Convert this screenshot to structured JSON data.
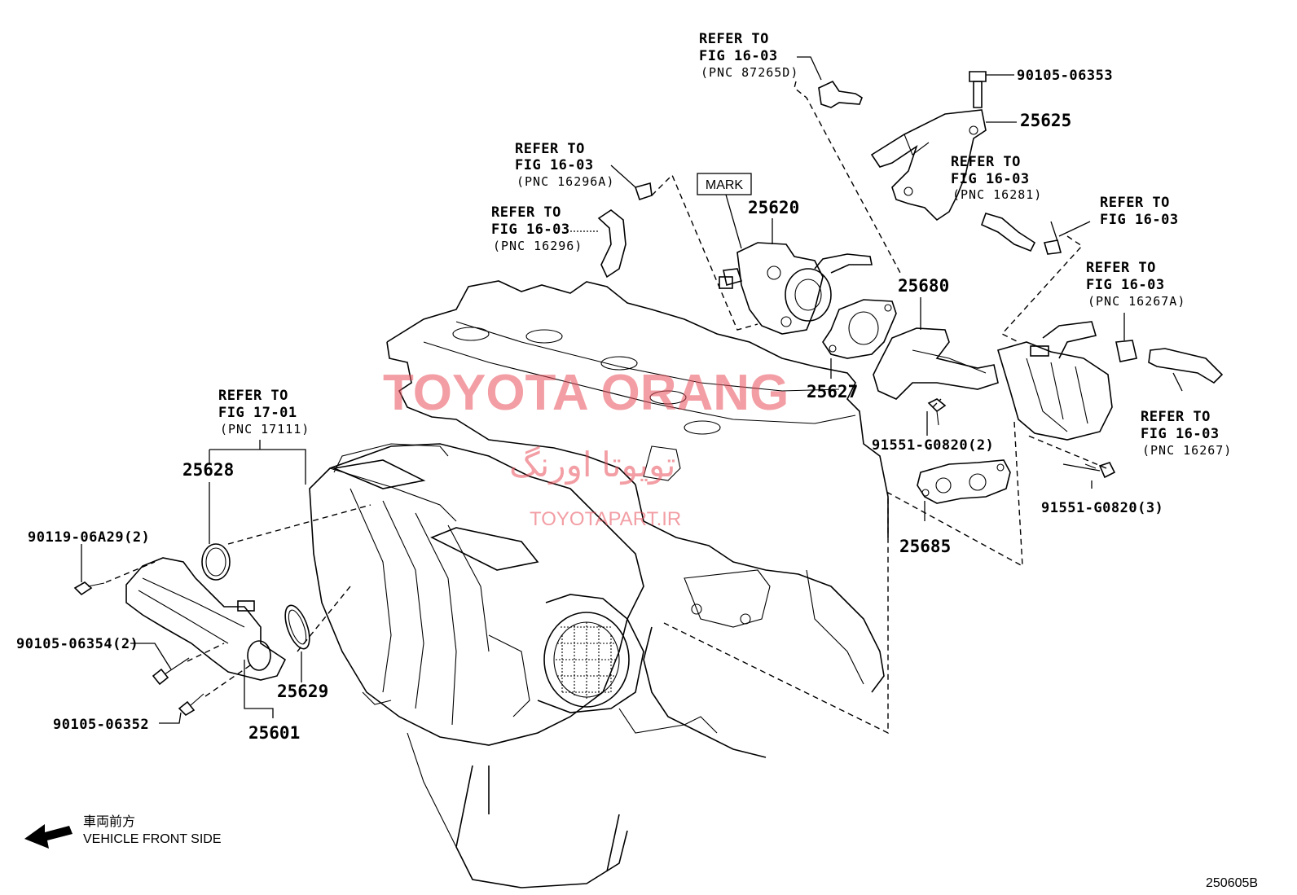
{
  "refer_notes": [
    {
      "line1": "REFER TO",
      "line2": "FIG 16-03",
      "line3": "(PNC 87265D)"
    },
    {
      "line1": "REFER TO",
      "line2": "FIG 16-03",
      "line3": "(PNC 16296A)"
    },
    {
      "line1": "REFER TO",
      "line2": "FIG 16-03",
      "line3": "(PNC 16296)"
    },
    {
      "line1": "REFER TO",
      "line2": "FIG 16-03",
      "line3": "(PNC 16281)"
    },
    {
      "line1": "REFER TO",
      "line2": "FIG 16-03",
      "line3": ""
    },
    {
      "line1": "REFER TO",
      "line2": "FIG 16-03",
      "line3": "(PNC 16267A)"
    },
    {
      "line1": "REFER TO",
      "line2": "FIG 16-03",
      "line3": "(PNC 16267)"
    },
    {
      "line1": "REFER TO",
      "line2": "FIG 17-01",
      "line3": "(PNC 17111)"
    }
  ],
  "part_numbers": {
    "p25625": "25625",
    "p25620": "25620",
    "p25680": "25680",
    "p25627": "25627",
    "p25628": "25628",
    "p25685": "25685",
    "p25629": "25629",
    "p25601": "25601"
  },
  "fasteners": {
    "f1": "90105-06353",
    "f2": "91551-G0820(2)",
    "f3": "91551-G0820(3)",
    "f4": "90119-06A29(2)",
    "f5": "90105-06354(2)",
    "f6": "90105-06352"
  },
  "mark_label": "MARK",
  "watermark": {
    "brand": "TOYOTA ORANG",
    "persian": "تویوتا اورنگ",
    "site": "TOYOTAPART.IR"
  },
  "direction": {
    "japanese": "車両前方",
    "english": "VEHICLE FRONT SIDE"
  },
  "figure_code": "250605B"
}
